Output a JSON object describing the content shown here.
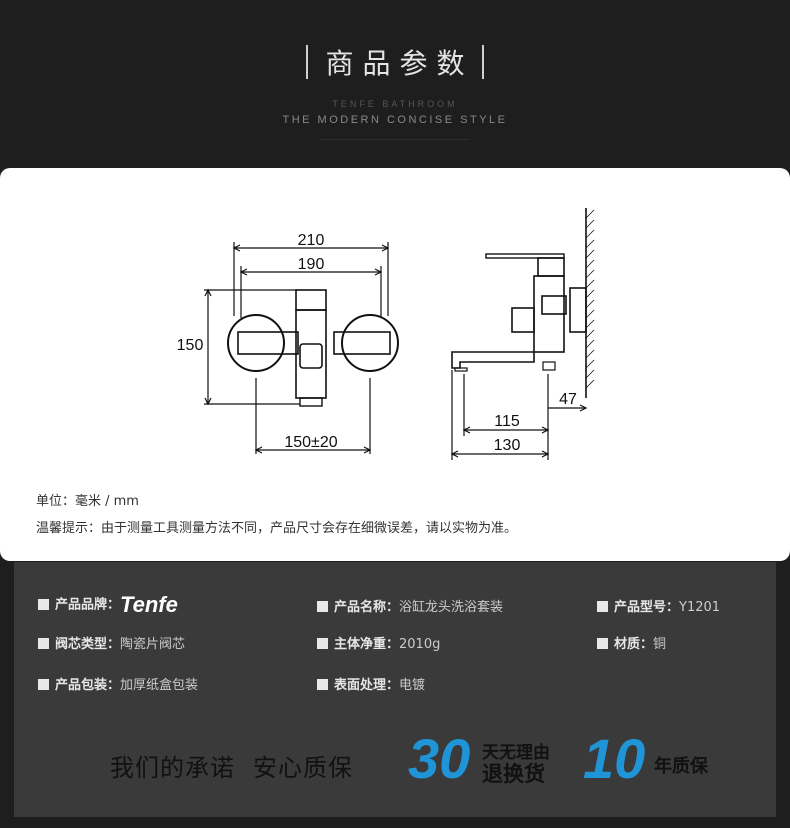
{
  "header": {
    "title": "商品参数",
    "sub_brand": "TENFE BATHROOM",
    "sub_style": "THE MODERN CONCISE STYLE"
  },
  "diagram": {
    "front": {
      "width_outer": "210",
      "width_inner": "190",
      "height": "150",
      "center": "150±20"
    },
    "side": {
      "depth_1": "115",
      "depth_2": "130",
      "offset": "47"
    }
  },
  "notes": {
    "unit": "单位：毫米 / mm",
    "tip": "温馨提示：由于测量工具测量方法不同，产品尺寸会存在细微误差，请以实物为准。"
  },
  "specs": {
    "brand_label": "产品品牌：",
    "brand_value": "Tenfe",
    "name_label": "产品名称：",
    "name_value": "浴缸龙头洗浴套装",
    "model_label": "产品型号：",
    "model_value": "Y1201",
    "valve_label": "阀芯类型：",
    "valve_value": "陶瓷片阀芯",
    "weight_label": "主体净重：",
    "weight_value": "2010g",
    "material_label": "材质：",
    "material_value": "铜",
    "package_label": "产品包装：",
    "package_value": "加厚纸盒包装",
    "finish_label": "表面处理：",
    "finish_value": "电镀"
  },
  "promise": {
    "text1": "我们的承诺",
    "text2": "安心质保",
    "num1": "30",
    "num1_top": "天无理由",
    "num1_bottom": "退换货",
    "num2": "10",
    "num2_text": "年质保"
  },
  "colors": {
    "accent": "#1f95d8",
    "dark_bg": "#1e1e1e",
    "spec_bg": "#3a3a3a"
  }
}
